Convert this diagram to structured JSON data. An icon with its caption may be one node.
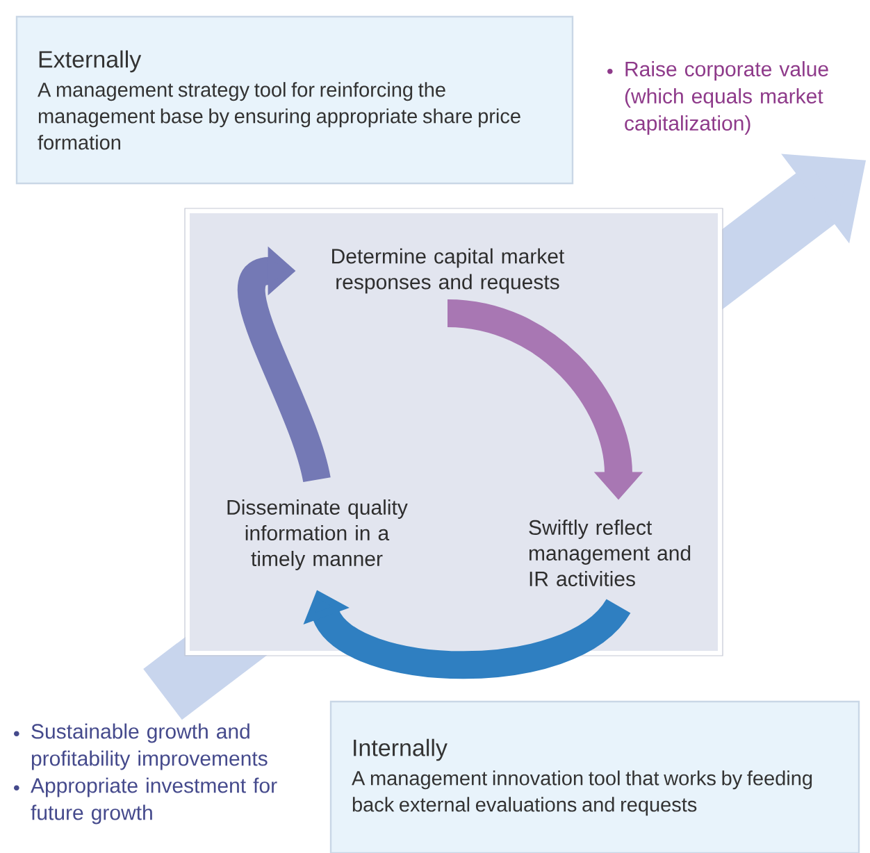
{
  "diagram": {
    "nodes": [
      {
        "text": [
          "Externally",
          "A management strategy tool for reinforcing the management base by ensuring appropriate share price formation"
        ]
      },
      {
        "text": [
          "Raise corporate value (which equals market capitalization)"
        ]
      },
      {
        "text": [],
        "shape": "box"
      },
      {
        "text": [
          "Determine capital market responses and requests"
        ],
        "in": 2
      },
      {
        "text": [
          "Swiftly reflect management and IR activities"
        ],
        "in": 2
      },
      {
        "text": [
          "Disseminate quality information in a timely manner"
        ],
        "in": 2
      },
      {
        "text": [
          "Sustainable growth and profitability improvements",
          "Appropriate investment for future growth"
        ]
      },
      {
        "text": [
          "Internally",
          "A management innovation tool that works by feeding back external evaluations and requests"
        ]
      }
    ],
    "edges": [
      {
        "from": 3,
        "to": 4,
        "arrow": "to",
        "color": "#a877b3"
      },
      {
        "from": 4,
        "to": 5,
        "arrow": "to",
        "color": "#2f7fc1"
      },
      {
        "from": 5,
        "to": 3,
        "arrow": "to",
        "color": "#7479b5"
      },
      {
        "from": 6,
        "to": 1,
        "arrow": "to",
        "style": "thick",
        "color": "#c8d5ed"
      }
    ]
  }
}
